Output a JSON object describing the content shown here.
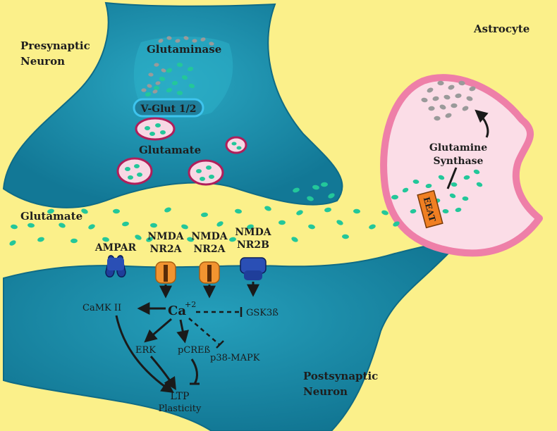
{
  "labels": {
    "presynaptic_line1": "Presynaptic",
    "presynaptic_line2": "Neuron",
    "glutaminase": "Glutaminase",
    "vglut": "V-Glut 1/2",
    "glutamate_vesicles": "Glutamate",
    "glutamate_cleft": "Glutamate",
    "astrocyte": "Astrocyte",
    "glutamine_synthase_line1": "Glutamine",
    "glutamine_synthase_line2": "Synthase",
    "eaat": "EEAT",
    "postsynaptic_line1": "Postsynaptic",
    "postsynaptic_line2": "Neuron"
  },
  "receptors": [
    {
      "line1": "AMPAR",
      "line2": "",
      "type": "ampar"
    },
    {
      "line1": "NMDA",
      "line2": "NR2A",
      "type": "nmda"
    },
    {
      "line1": "NMDA",
      "line2": "NR2A",
      "type": "nmda"
    },
    {
      "line1": "NMDA",
      "line2": "NR2B",
      "type": "nmdab"
    }
  ],
  "pathway": {
    "calcium": "Ca",
    "calcium_charge": "+2",
    "camk": "CaMK II",
    "gsk": "GSK3ß",
    "erk": "ERK",
    "pcreb": "pCREß",
    "p38": "p38-MAPK",
    "ltp_line1": "LTP",
    "ltp_line2": "Plasticity"
  },
  "colors": {
    "background": "#fbf08a",
    "neuron": "#1b8aa6",
    "neuron_dark": "#0f6b86",
    "astrocyte_fill": "#fbdde7",
    "astrocyte_border": "#ee7fa8",
    "glutamate_dot": "#23c79a",
    "glutamine_dot": "#9a9a9a",
    "vesicle_fill": "#f7d8e4",
    "vesicle_border": "#b01e5a",
    "vglut_border": "#3ec4ee",
    "ampar": "#1f3e9a",
    "nmda": "#f29430",
    "eaat": "#f07f22"
  }
}
